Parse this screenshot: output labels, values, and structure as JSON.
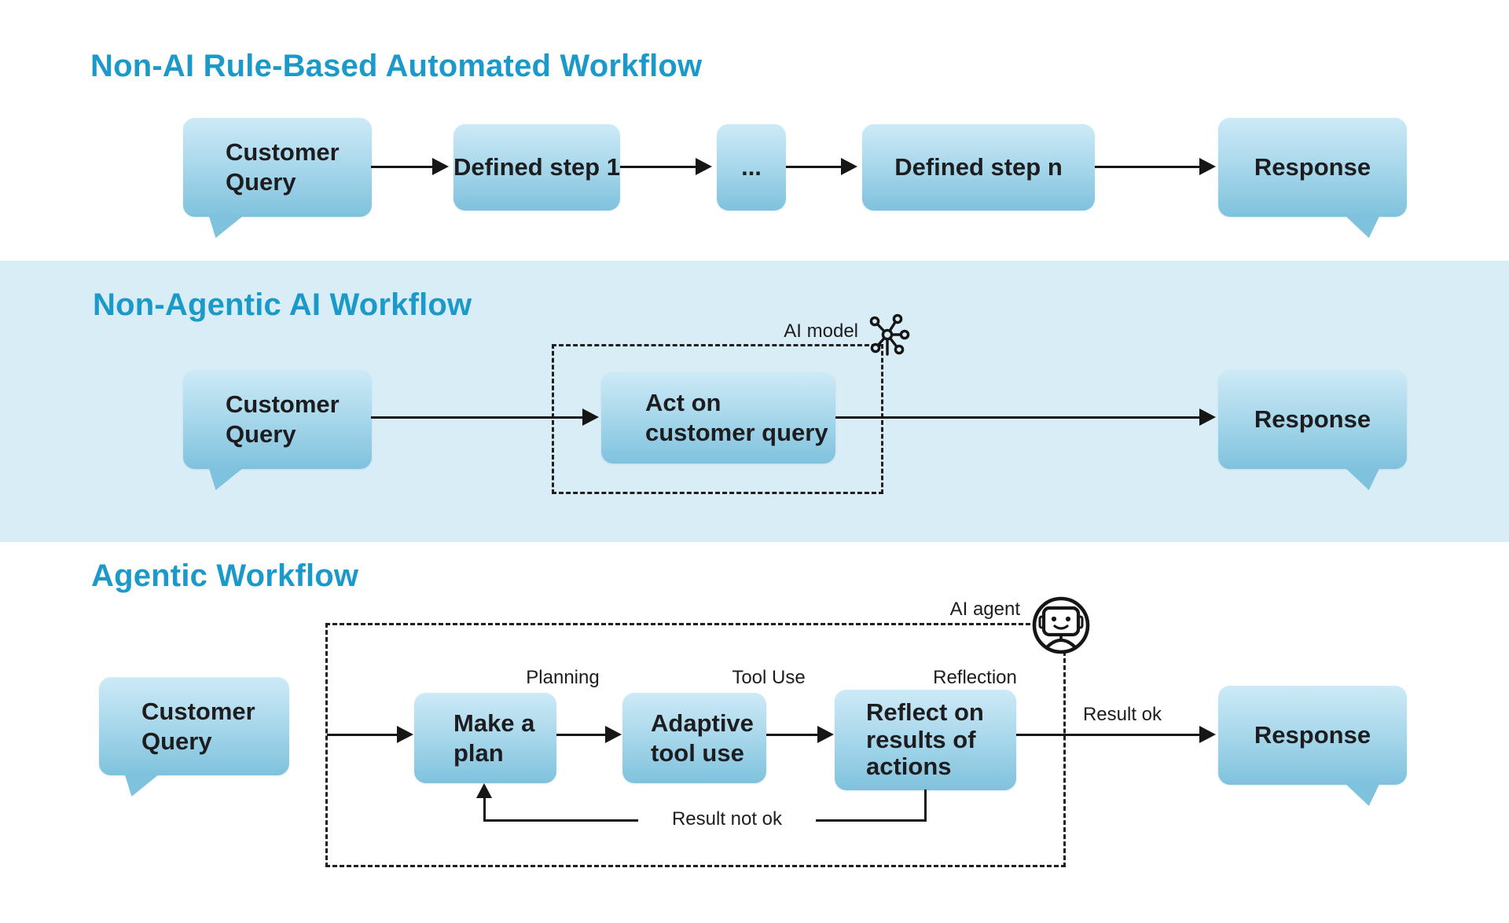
{
  "colors": {
    "title_accent": "#1b9aca",
    "band_background": "#d9edf6",
    "node_gradient_top": "#cdeaf7",
    "node_gradient_bottom": "#7fc2dd",
    "line": "#161616",
    "text": "#1d1d1f"
  },
  "sections": [
    {
      "title": "Non-AI Rule-Based Automated Workflow",
      "nodes": {
        "customer_query": "Customer\nQuery",
        "step_1": "Defined step 1",
        "ellipsis": "...",
        "step_n": "Defined step n",
        "response": "Response"
      }
    },
    {
      "title": "Non-Agentic AI Workflow",
      "nodes": {
        "customer_query": "Customer\nQuery",
        "act_on_query": "Act on\ncustomer query",
        "response": "Response"
      },
      "labels": {
        "ai_model": "AI model"
      }
    },
    {
      "title": "Agentic Workflow",
      "nodes": {
        "customer_query": "Customer\nQuery",
        "make_a_plan": "Make a\nplan",
        "adaptive_tool_use": "Adaptive\ntool use",
        "reflect": "Reflect on\nresults of\nactions",
        "response": "Response"
      },
      "labels": {
        "ai_agent": "AI agent",
        "planning": "Planning",
        "tool_use": "Tool Use",
        "reflection": "Reflection",
        "result_ok": "Result ok",
        "result_not_ok": "Result not ok"
      }
    }
  ]
}
